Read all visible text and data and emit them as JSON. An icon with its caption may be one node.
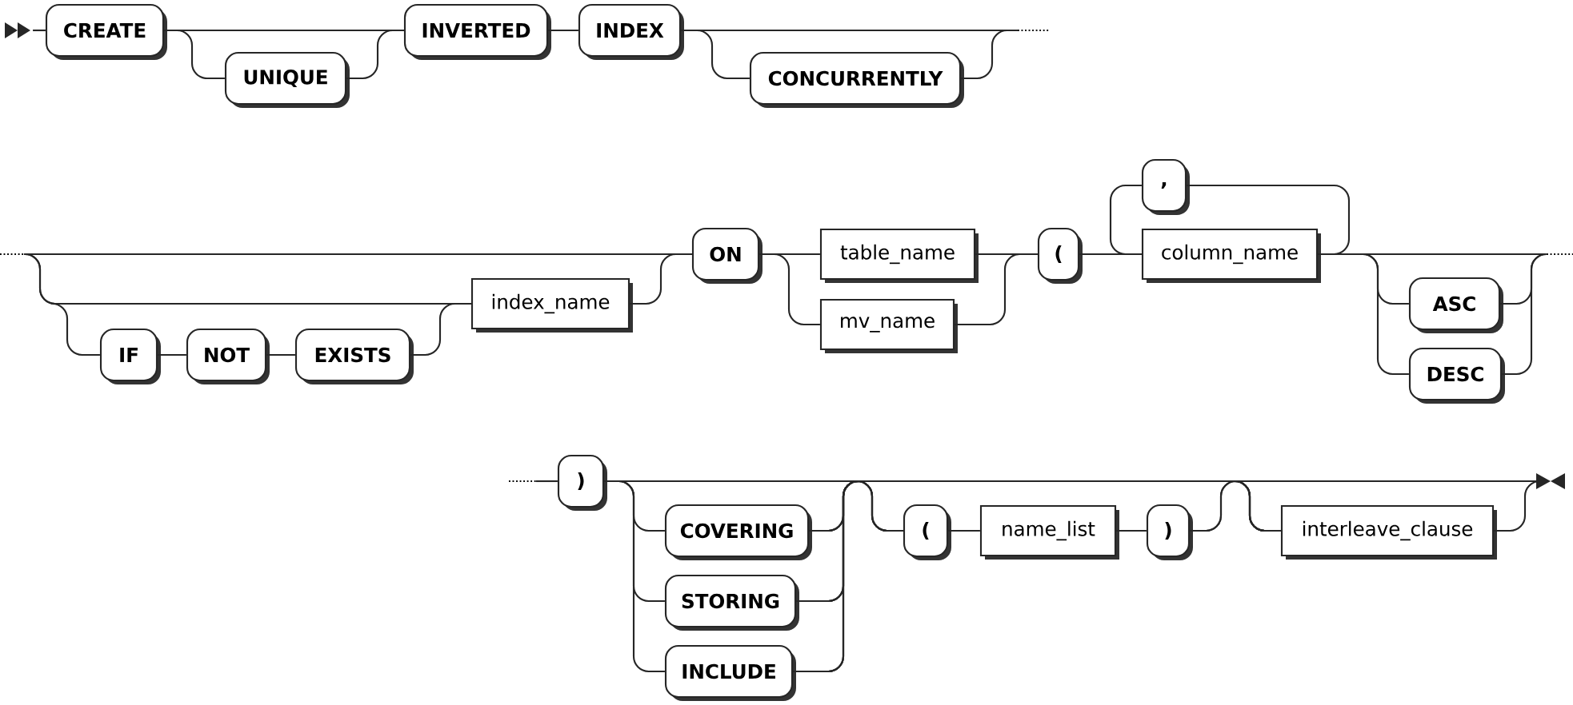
{
  "diagram": {
    "nodes": [
      {
        "text": [],
        "shape": "triangle"
      },
      {
        "text": [
          "CREATE"
        ]
      },
      {
        "text": [
          "UNIQUE"
        ]
      },
      {
        "text": [
          "INVERTED"
        ]
      },
      {
        "text": [
          "INDEX"
        ]
      },
      {
        "text": [
          "CONCURRENTLY"
        ]
      },
      {
        "text": [
          "IF"
        ]
      },
      {
        "text": [
          "NOT"
        ]
      },
      {
        "text": [
          "EXISTS"
        ]
      },
      {
        "text": [
          "index_name"
        ]
      },
      {
        "text": [
          "ON"
        ]
      },
      {
        "text": [
          "table_name"
        ]
      },
      {
        "text": [
          "mv_name"
        ]
      },
      {
        "text": [
          "("
        ]
      },
      {
        "text": [
          ","
        ]
      },
      {
        "text": [
          "column_name"
        ]
      },
      {
        "text": [
          "ASC"
        ]
      },
      {
        "text": [
          "DESC"
        ]
      },
      {
        "text": [
          ")"
        ]
      },
      {
        "text": [
          "COVERING"
        ]
      },
      {
        "text": [
          "STORING"
        ]
      },
      {
        "text": [
          "INCLUDE"
        ]
      },
      {
        "text": [
          "("
        ]
      },
      {
        "text": [
          "name_list"
        ]
      },
      {
        "text": [
          ")"
        ]
      },
      {
        "text": [
          "interleave_clause"
        ]
      },
      {
        "text": [],
        "shape": "triangle"
      }
    ],
    "edges": [
      {
        "from": 0,
        "to": 1,
        "arrow": "none"
      },
      {
        "from": 1,
        "to": 2,
        "arrow": "none"
      },
      {
        "from": 1,
        "to": 3,
        "arrow": "none"
      },
      {
        "from": 2,
        "to": 3,
        "arrow": "none"
      },
      {
        "from": 3,
        "to": 4,
        "arrow": "none"
      },
      {
        "from": 4,
        "to": 5,
        "arrow": "none"
      },
      {
        "from": 4,
        "to": null,
        "arrow": "none"
      },
      {
        "from": 5,
        "to": null,
        "arrow": "none"
      },
      {
        "from": null,
        "to": 6,
        "arrow": "none"
      },
      {
        "from": null,
        "to": 9,
        "arrow": "none"
      },
      {
        "from": null,
        "to": 10,
        "arrow": "none"
      },
      {
        "from": 6,
        "to": 7,
        "arrow": "none"
      },
      {
        "from": 7,
        "to": 8,
        "arrow": "none"
      },
      {
        "from": 8,
        "to": 9,
        "arrow": "none"
      },
      {
        "from": 9,
        "to": 10,
        "arrow": "none"
      },
      {
        "from": 10,
        "to": 11,
        "arrow": "none"
      },
      {
        "from": 10,
        "to": 12,
        "arrow": "none"
      },
      {
        "from": 11,
        "to": 13,
        "arrow": "none"
      },
      {
        "from": 12,
        "to": 13,
        "arrow": "none"
      },
      {
        "from": 13,
        "to": 15,
        "arrow": "none"
      },
      {
        "from": 15,
        "to": 14,
        "arrow": "none"
      },
      {
        "from": 14,
        "to": 15,
        "arrow": "none"
      },
      {
        "from": 15,
        "to": 16,
        "arrow": "none"
      },
      {
        "from": 15,
        "to": 17,
        "arrow": "none"
      },
      {
        "from": 15,
        "to": null,
        "arrow": "none"
      },
      {
        "from": 16,
        "to": null,
        "arrow": "none"
      },
      {
        "from": 17,
        "to": null,
        "arrow": "none"
      },
      {
        "from": null,
        "to": 18,
        "arrow": "none"
      },
      {
        "from": 18,
        "to": 19,
        "arrow": "none"
      },
      {
        "from": 18,
        "to": 20,
        "arrow": "none"
      },
      {
        "from": 18,
        "to": 21,
        "arrow": "none"
      },
      {
        "from": 18,
        "to": 22,
        "arrow": "none"
      },
      {
        "from": 18,
        "to": 25,
        "arrow": "none"
      },
      {
        "from": 18,
        "to": 26,
        "arrow": "none"
      },
      {
        "from": 19,
        "to": 22,
        "arrow": "none"
      },
      {
        "from": 19,
        "to": 25,
        "arrow": "none"
      },
      {
        "from": 19,
        "to": 26,
        "arrow": "none"
      },
      {
        "from": 20,
        "to": 22,
        "arrow": "none"
      },
      {
        "from": 20,
        "to": 25,
        "arrow": "none"
      },
      {
        "from": 20,
        "to": 26,
        "arrow": "none"
      },
      {
        "from": 21,
        "to": 22,
        "arrow": "none"
      },
      {
        "from": 21,
        "to": 25,
        "arrow": "none"
      },
      {
        "from": 21,
        "to": 26,
        "arrow": "none"
      },
      {
        "from": 22,
        "to": 23,
        "arrow": "none"
      },
      {
        "from": 23,
        "to": 24,
        "arrow": "none"
      },
      {
        "from": 24,
        "to": 25,
        "arrow": "none"
      },
      {
        "from": 24,
        "to": 26,
        "arrow": "none"
      },
      {
        "from": 25,
        "to": 26,
        "arrow": "none"
      }
    ]
  }
}
